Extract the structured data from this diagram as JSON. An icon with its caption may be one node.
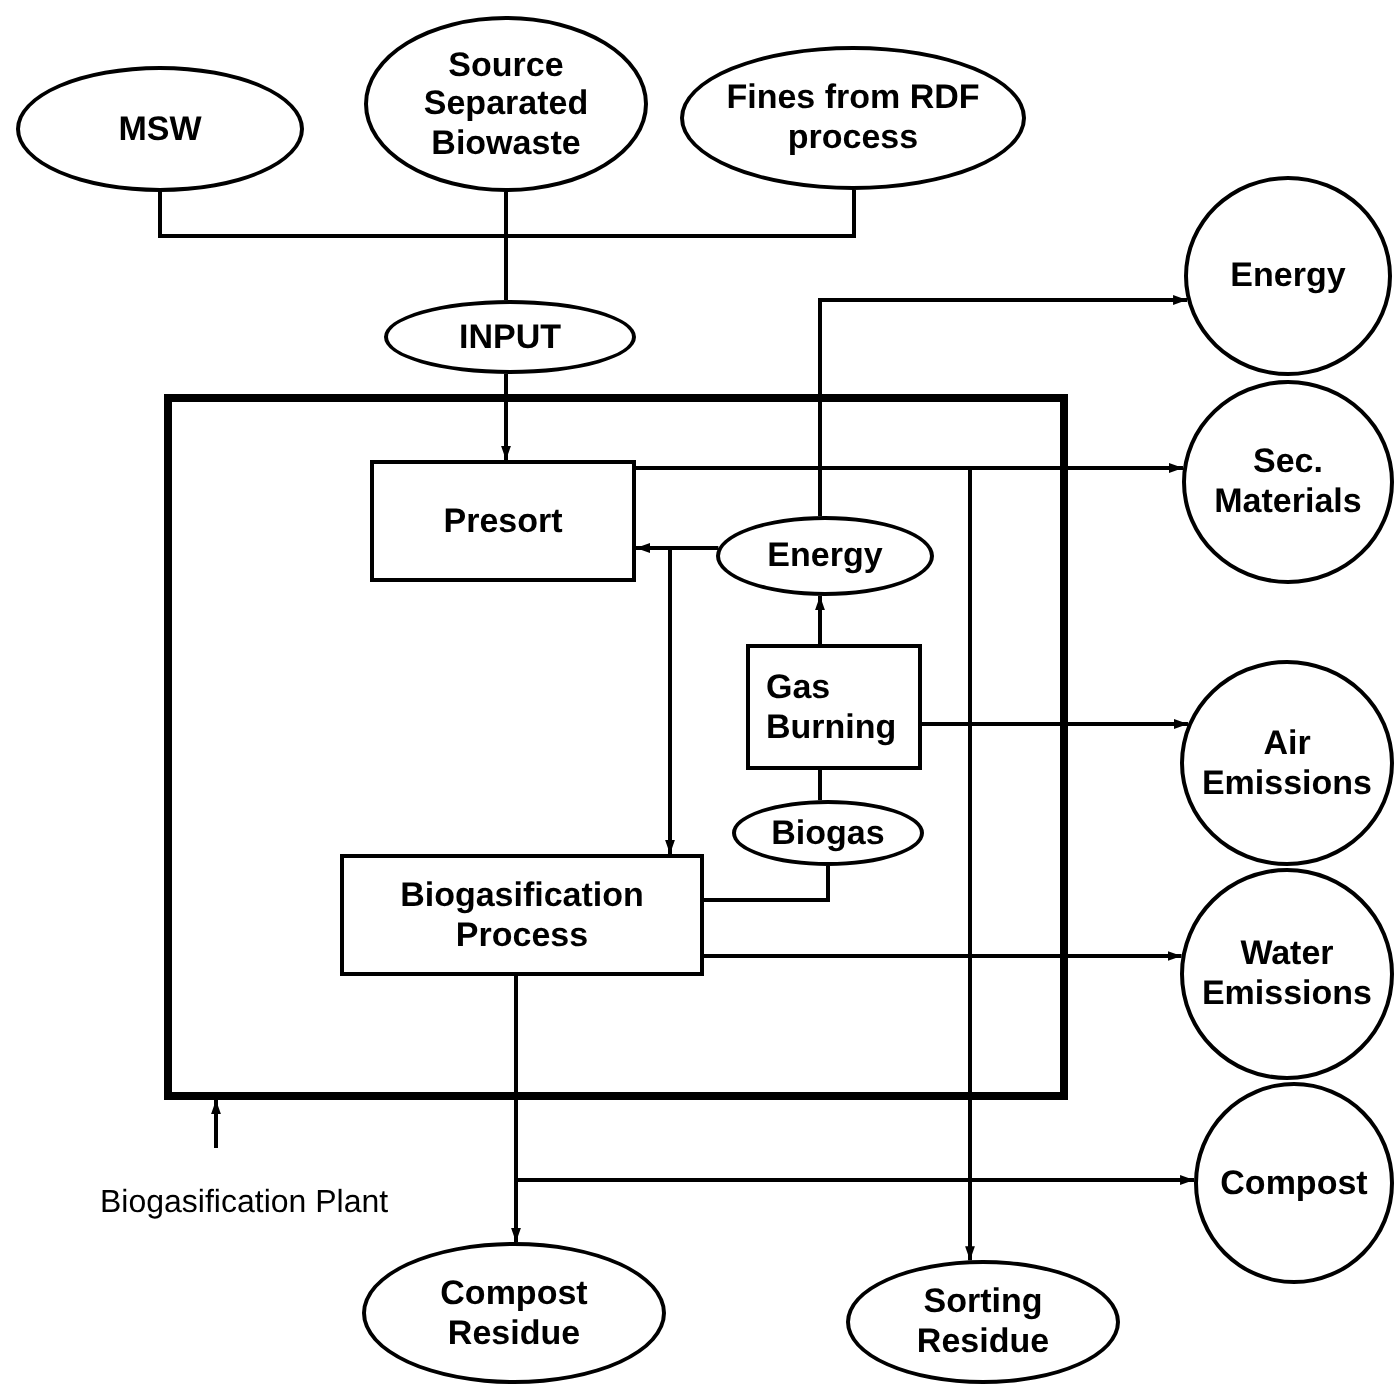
{
  "diagram": {
    "nodes": [
      {
        "text": [
          "MSW"
        ]
      },
      {
        "text": [
          "Source Separated Biowaste"
        ]
      },
      {
        "text": [
          "Fines from RDF process"
        ]
      },
      {
        "text": [
          "INPUT"
        ]
      },
      {
        "text": [
          "Energy"
        ]
      },
      {
        "text": [],
        "shape": "box"
      },
      {
        "text": [
          "Presort"
        ],
        "in": 5
      },
      {
        "text": [
          "Sec. Materials"
        ]
      },
      {
        "text": [
          "Energy"
        ],
        "in": 5
      },
      {
        "text": [
          "Gas Burning"
        ],
        "in": 5
      },
      {
        "text": [
          "Air Emissions"
        ]
      },
      {
        "text": [
          "Biogas"
        ],
        "in": 5
      },
      {
        "text": [
          "Biogasification Process"
        ],
        "in": 5
      },
      {
        "text": [
          "Water Emissions"
        ]
      },
      {
        "text": [
          "Compost"
        ]
      },
      {
        "text": [
          "Biogasification Plant"
        ]
      },
      {
        "text": [
          "Compost Residue"
        ]
      },
      {
        "text": [
          "Sorting Residue"
        ]
      }
    ],
    "edges": [
      {
        "from": 0,
        "to": 3,
        "arrow": "none"
      },
      {
        "from": 1,
        "to": 3,
        "arrow": "none"
      },
      {
        "from": 2,
        "to": 3,
        "arrow": "none"
      },
      {
        "from": 3,
        "to": 6,
        "arrow": "to"
      },
      {
        "from": 6,
        "to": 7,
        "arrow": "to"
      },
      {
        "from": 6,
        "to": 17,
        "arrow": "to"
      },
      {
        "from": 8,
        "to": 6,
        "arrow": "to"
      },
      {
        "from": 8,
        "to": 12,
        "arrow": "to"
      },
      {
        "from": 8,
        "to": 4,
        "arrow": "to"
      },
      {
        "from": 9,
        "to": 8,
        "arrow": "to"
      },
      {
        "from": 11,
        "to": 9,
        "arrow": "none"
      },
      {
        "from": 12,
        "to": 11,
        "arrow": "none"
      },
      {
        "from": 9,
        "to": 10,
        "arrow": "to"
      },
      {
        "from": 12,
        "to": 13,
        "arrow": "to"
      },
      {
        "from": 12,
        "to": 16,
        "arrow": "to"
      },
      {
        "from": 12,
        "to": 14,
        "arrow": "to"
      },
      {
        "from": 15,
        "to": 5,
        "arrow": "to"
      }
    ]
  }
}
